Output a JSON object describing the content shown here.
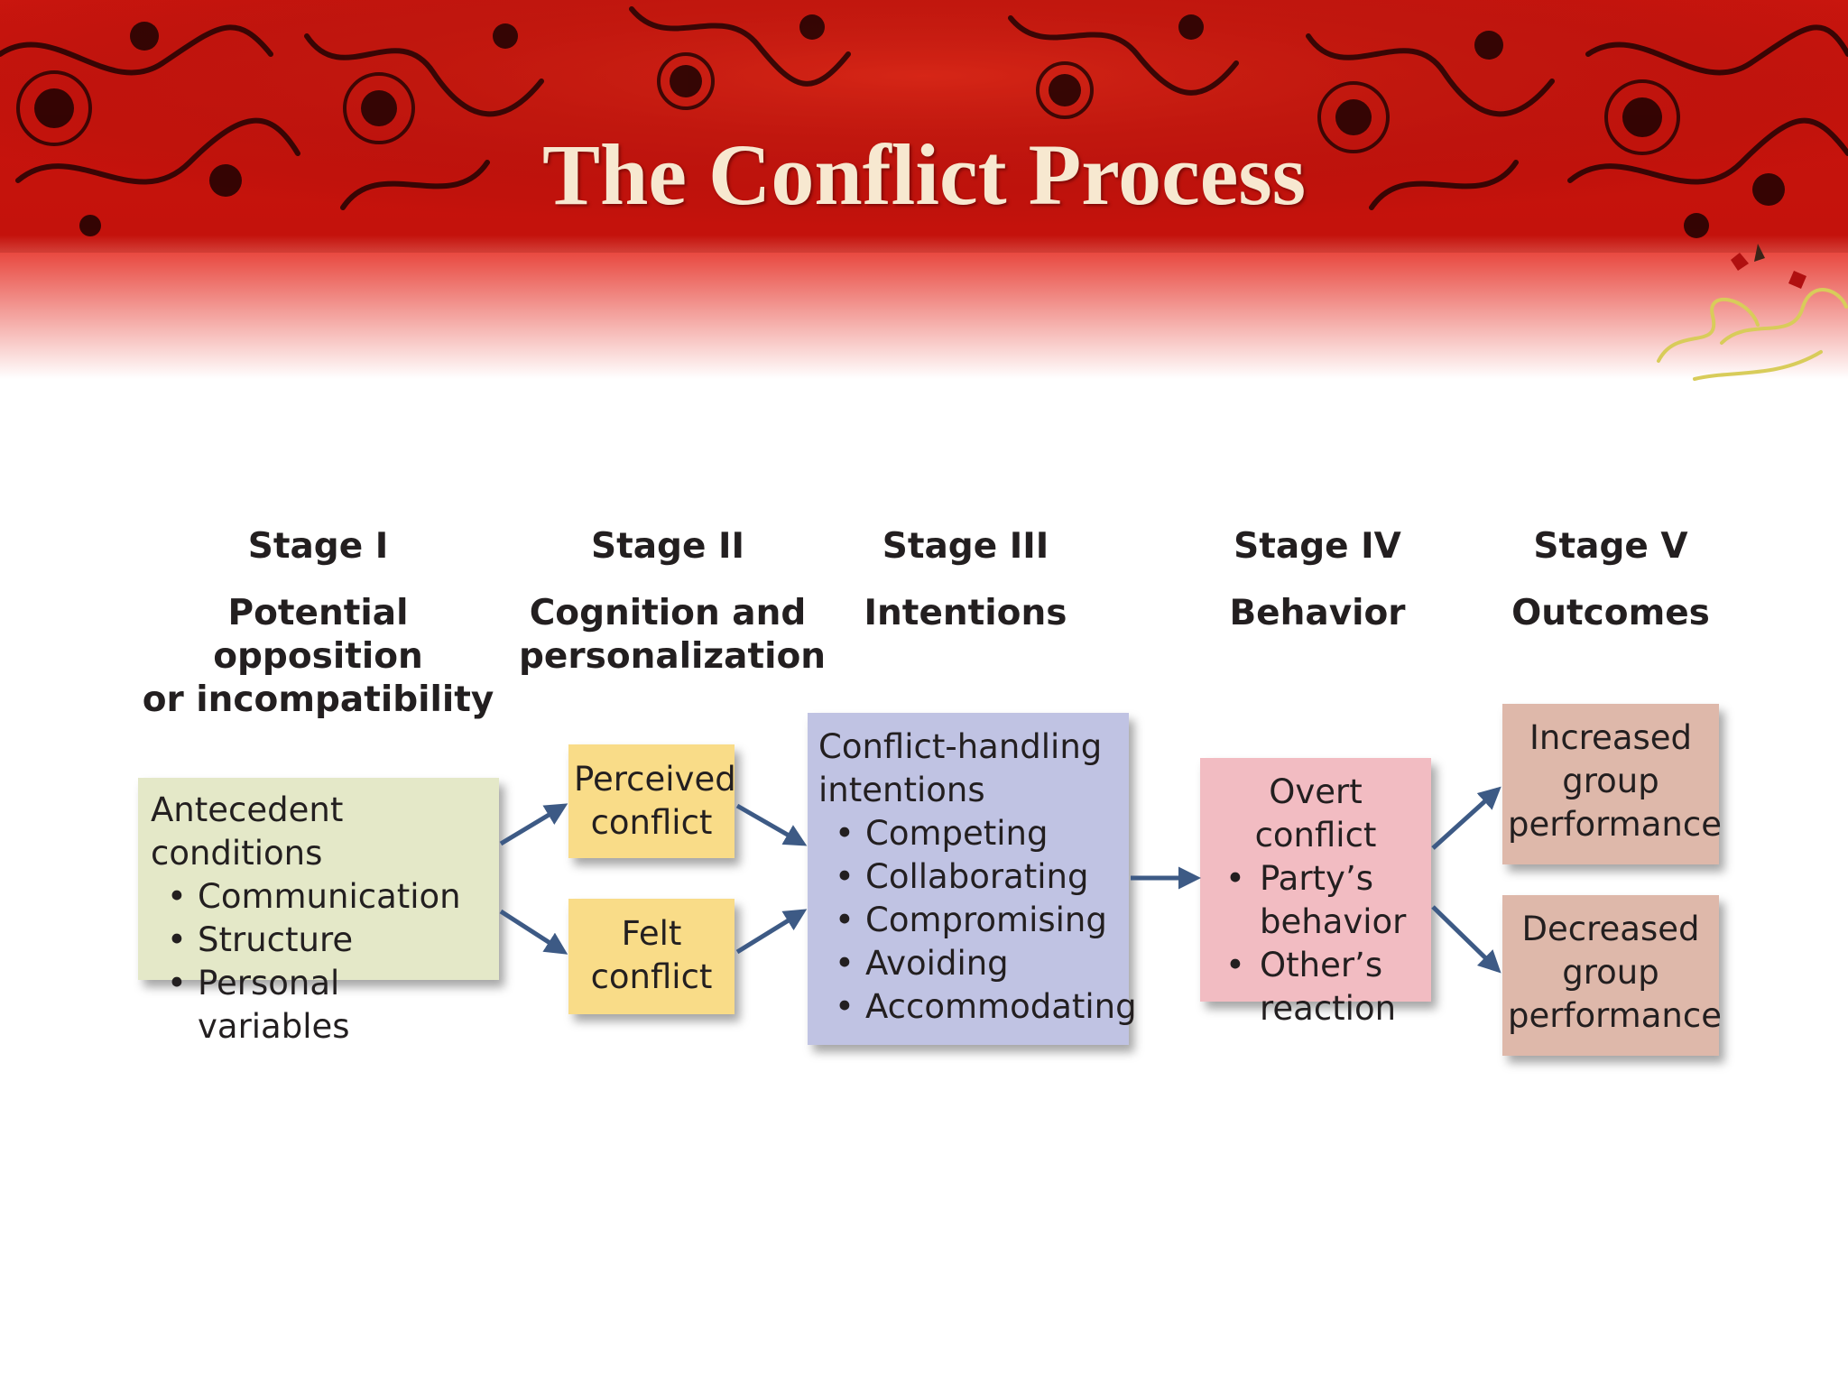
{
  "slide": {
    "title": "The Conflict Process"
  },
  "colors": {
    "banner_red": "#c8100e",
    "banner_dark": "#7a0806",
    "title_text": "#f7e8d0",
    "stage1_box": "#e4e8c8",
    "stage2_box": "#f9dc88",
    "stage3_box": "#c0c3e3",
    "stage4_box": "#f2bcc2",
    "stage5_box": "#deb8aa",
    "arrow": "#3d5a85"
  },
  "stages": [
    {
      "number": "Stage I",
      "name_line1": "Potential opposition",
      "name_line2": "or incompatibility"
    },
    {
      "number": "Stage II",
      "name_line1": "Cognition and",
      "name_line2": "personalization"
    },
    {
      "number": "Stage III",
      "name_line1": "Intentions",
      "name_line2": ""
    },
    {
      "number": "Stage IV",
      "name_line1": "Behavior",
      "name_line2": ""
    },
    {
      "number": "Stage V",
      "name_line1": "Outcomes",
      "name_line2": ""
    }
  ],
  "boxes": {
    "antecedent": {
      "heading": "Antecedent conditions",
      "items": [
        "Communication",
        "Structure",
        "Personal variables"
      ]
    },
    "perceived": {
      "line1": "Perceived",
      "line2": "conflict"
    },
    "felt": {
      "line1": "Felt",
      "line2": "conflict"
    },
    "intentions": {
      "line1": "Conflict-handling",
      "line2": "intentions",
      "items": [
        "Competing",
        "Collaborating",
        "Compromising",
        "Avoiding",
        "Accommodating"
      ]
    },
    "overt": {
      "heading": "Overt conflict",
      "items": [
        "Party’s behavior",
        "Other’s reaction"
      ]
    },
    "increased": {
      "line1": "Increased",
      "line2": "group",
      "line3": "performance"
    },
    "decreased": {
      "line1": "Decreased",
      "line2": "group",
      "line3": "performance"
    }
  }
}
